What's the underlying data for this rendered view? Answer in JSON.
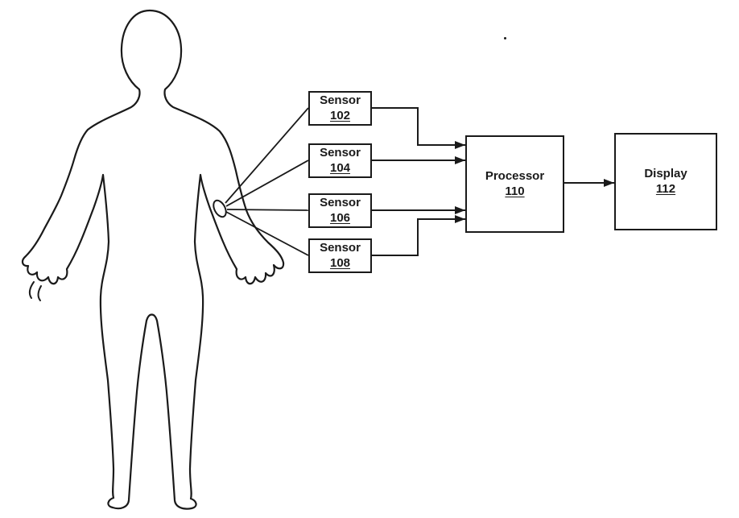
{
  "diagram": {
    "figure_type": "block-diagram",
    "colors": {
      "line": "#1a1a1a",
      "background": "#ffffff"
    },
    "nodes": {
      "sensor1": {
        "label": "Sensor",
        "ref": "102"
      },
      "sensor2": {
        "label": "Sensor",
        "ref": "104"
      },
      "sensor3": {
        "label": "Sensor",
        "ref": "106"
      },
      "sensor4": {
        "label": "Sensor",
        "ref": "108"
      },
      "processor": {
        "label": "Processor",
        "ref": "110"
      },
      "display": {
        "label": "Display",
        "ref": "112"
      }
    },
    "edges": [
      {
        "from": "body-wrist",
        "to": "sensor1",
        "arrow": false
      },
      {
        "from": "body-wrist",
        "to": "sensor2",
        "arrow": false
      },
      {
        "from": "body-wrist",
        "to": "sensor3",
        "arrow": false
      },
      {
        "from": "body-wrist",
        "to": "sensor4",
        "arrow": false
      },
      {
        "from": "sensor1",
        "to": "processor",
        "arrow": true
      },
      {
        "from": "sensor2",
        "to": "processor",
        "arrow": true
      },
      {
        "from": "sensor3",
        "to": "processor",
        "arrow": true
      },
      {
        "from": "sensor4",
        "to": "processor",
        "arrow": true
      },
      {
        "from": "processor",
        "to": "display",
        "arrow": true
      }
    ]
  }
}
